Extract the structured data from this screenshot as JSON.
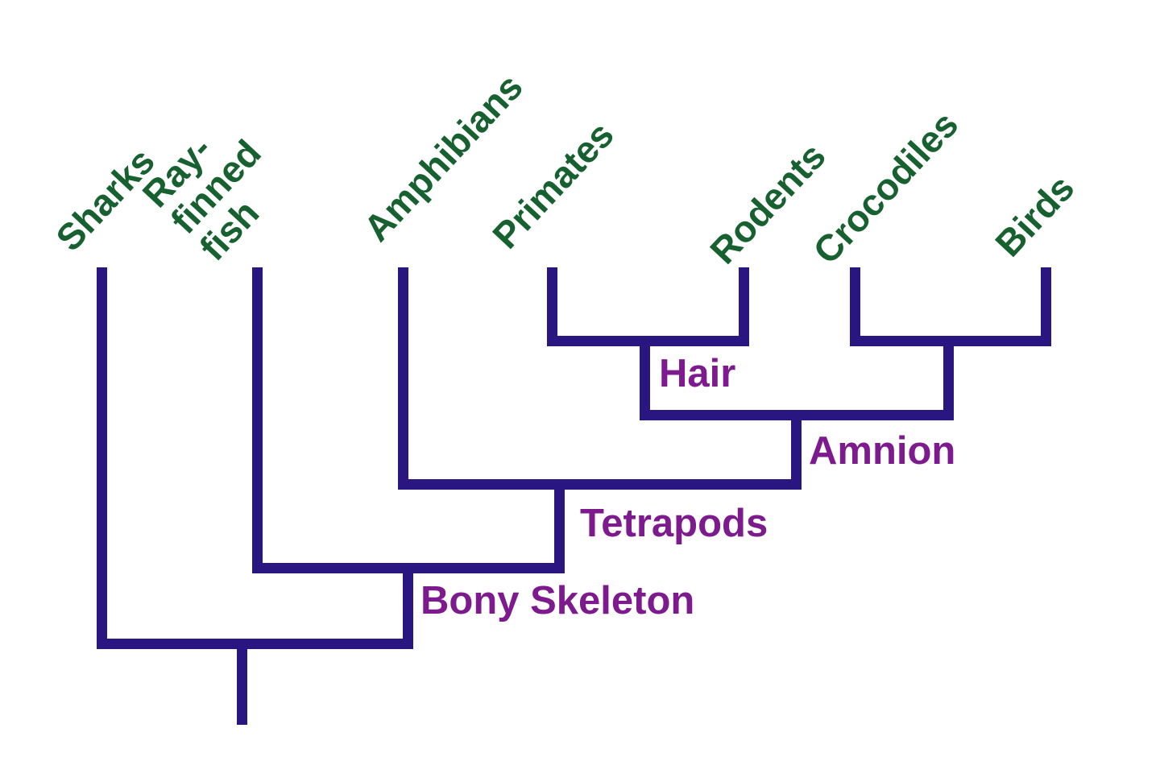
{
  "figure": {
    "type": "cladogram",
    "background_color": "#ffffff"
  },
  "colors": {
    "branch": "#2a1680",
    "taxon_label": "#16612f",
    "clade_label": "#7d1b8e"
  },
  "tree": {
    "taxa": [
      {
        "label": "Sharks"
      },
      {
        "label": "Ray-finned\nfish"
      },
      {
        "label": "Amphibians"
      },
      {
        "label": "Primates"
      },
      {
        "label": "Rodents"
      },
      {
        "label": "Crocodiles"
      },
      {
        "label": "Birds"
      }
    ],
    "clades": [
      {
        "label": "Hair"
      },
      {
        "label": "Amnion"
      },
      {
        "label": "Tetrapods"
      },
      {
        "label": "Bony Skeleton"
      }
    ],
    "topology_newick": "(Sharks,(Ray-finned fish,(Amphibians,((Primates,Rodents)Hair,(Crocodiles,Birds))Amnion)Tetrapods)Bony Skeleton);"
  }
}
